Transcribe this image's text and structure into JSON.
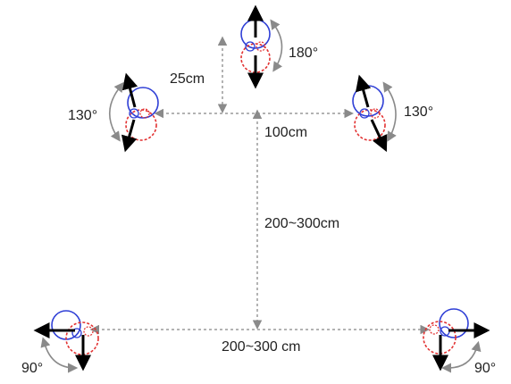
{
  "labels": {
    "top_angle": "180°",
    "top_distance": "25cm",
    "left_angle": "130°",
    "right_angle": "130°",
    "front_spacing": "100cm",
    "depth_distance": "200~300cm",
    "rear_spacing": "200~300 cm",
    "rear_left_angle": "90°",
    "rear_right_angle": "90°"
  },
  "colors": {
    "pattern_front": "#2f3fd6",
    "pattern_rear": "#e23232",
    "arrow": "#000000",
    "guide": "#9a9a9a",
    "angle_arc": "#8a8a8a"
  }
}
